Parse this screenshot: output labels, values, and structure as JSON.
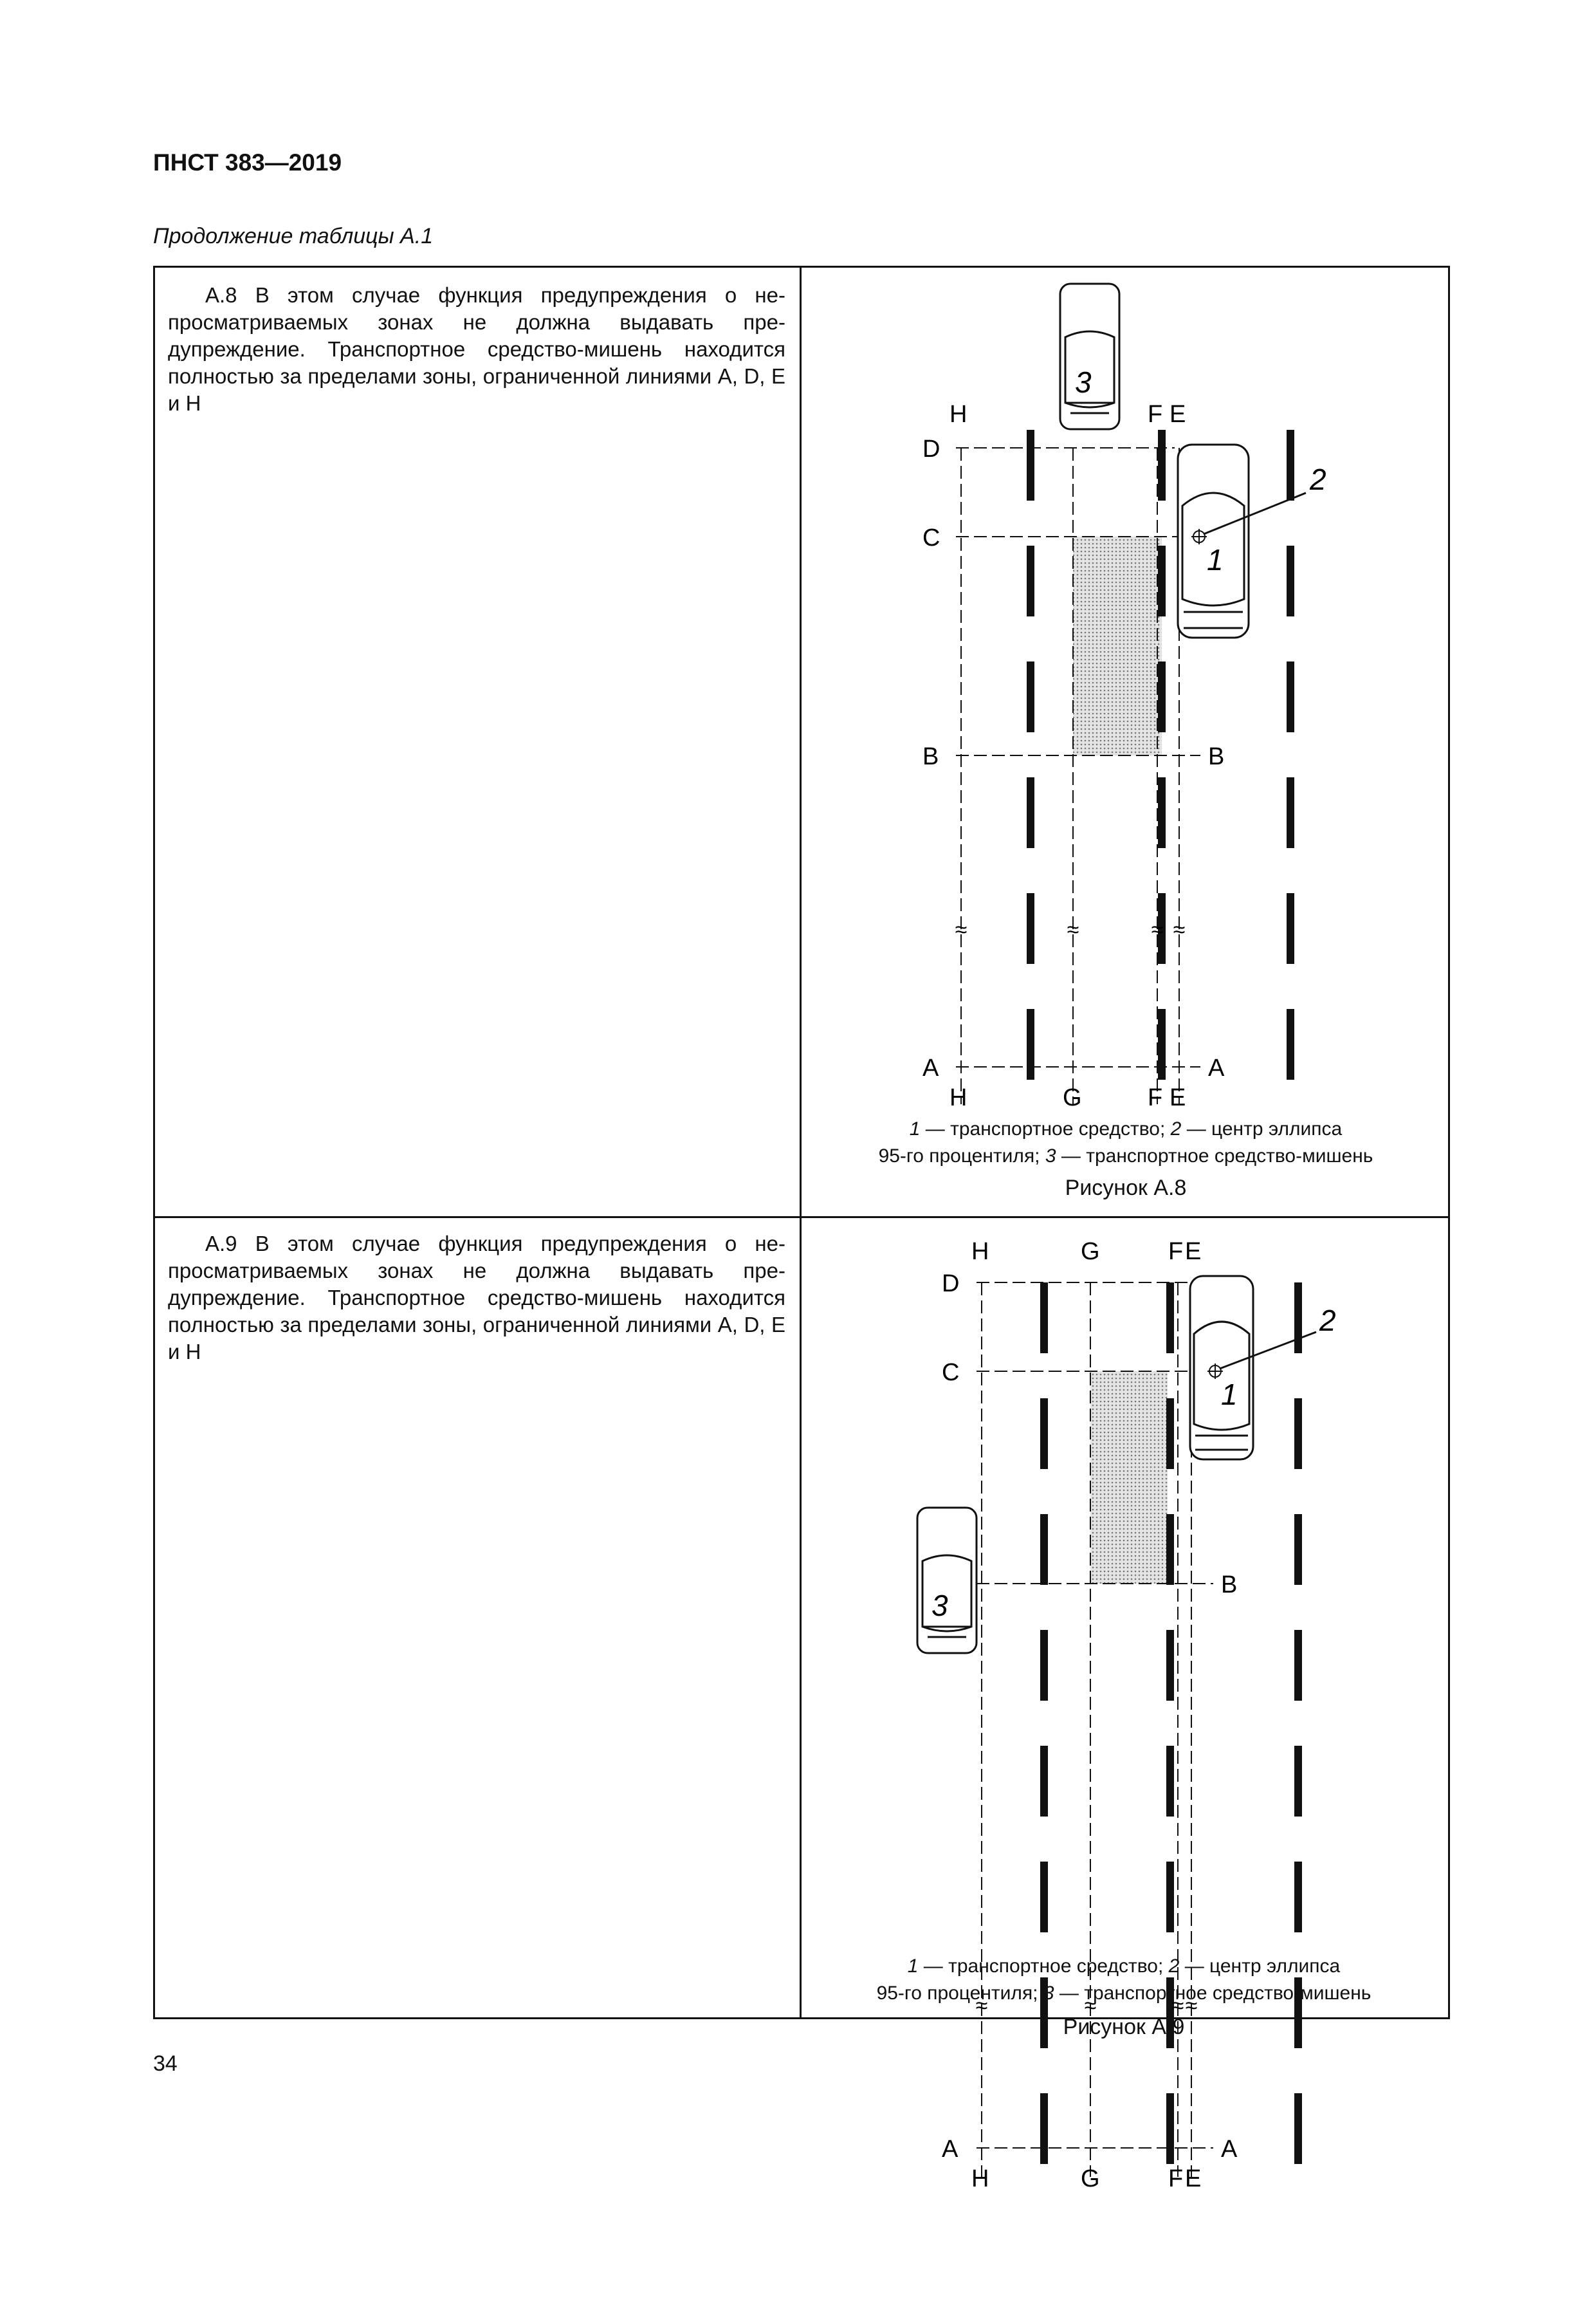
{
  "header": {
    "code": "ПНСТ 383—2019"
  },
  "subtitle": "Продолжение таблицы А.1",
  "rows": [
    {
      "text": "А.8 В этом случае функция предупреждения о не­просматриваемых зонах не должна выдавать пре­дупреждение. Транспортное средство-мишень нахо­дится полностью за пределами зоны, ограниченной линиями А, D, Е и Н",
      "figure": {
        "labels": {
          "H": "H",
          "F": "F",
          "E": "E",
          "D": "D",
          "C": "C",
          "B": "B",
          "A": "A",
          "G": "G",
          "n1": "1",
          "n2": "2",
          "n3": "3",
          "break": "≈"
        },
        "legend": {
          "k1": "1",
          "t1": " — транспортное средство; ",
          "k2": "2",
          "t2": " — центр эллипса",
          "t3": "95-го процентиля; ",
          "k3": "3",
          "t4": " — транспортное средство-мишень"
        },
        "caption": "Рисунок А.8"
      }
    },
    {
      "text": "А.9 В этом случае функция предупреждения о не­просматриваемых зонах не должна выдавать пре­дупреждение. Транспортное средство-мишень нахо­дится полностью за пределами зоны, ограниченной линиями А, D, Е и Н",
      "figure": {
        "labels": {
          "H": "H",
          "F": "F",
          "E": "E",
          "D": "D",
          "C": "C",
          "B": "B",
          "A": "A",
          "G": "G",
          "n1": "1",
          "n2": "2",
          "n3": "3",
          "break": "≈"
        },
        "legend": {
          "k1": "1",
          "t1": " — транспортное средство; ",
          "k2": "2",
          "t2": " — центр эллипса",
          "t3": "95-го процентиля; ",
          "k3": "3",
          "t4": " — транспортное средство-мишень"
        },
        "caption": "Рисунок А.9"
      }
    }
  ],
  "page_number": "34",
  "colors": {
    "line": "#111111",
    "zone_fill": "#c8c8c8"
  }
}
